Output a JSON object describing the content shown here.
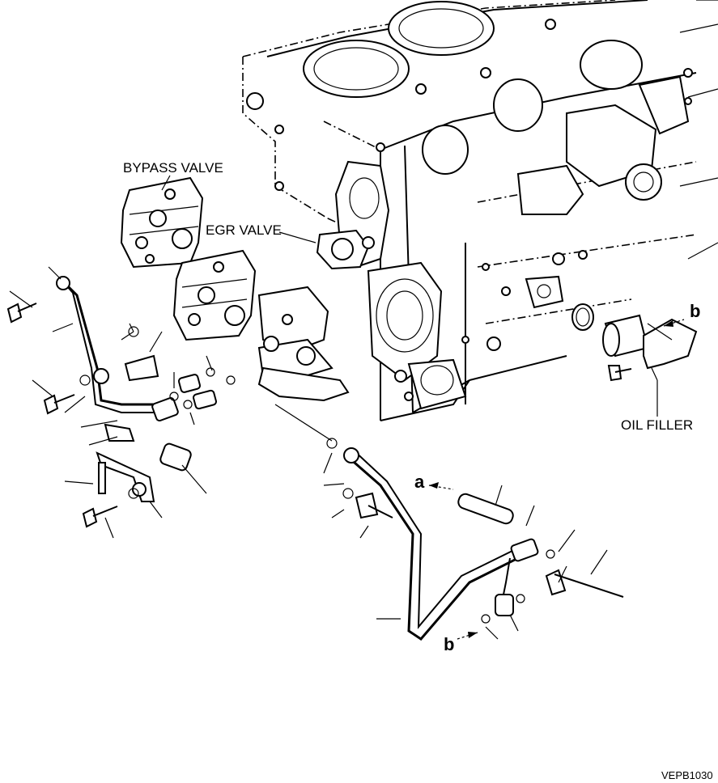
{
  "labels": {
    "bypass_valve": "BYPASS VALVE",
    "egr_valve": "EGR VALVE",
    "oil_filler": "OIL FILLER",
    "ref_a": "a",
    "ref_b_top": "b",
    "ref_b_bottom": "b",
    "figure_code": "VEPB1030"
  }
}
